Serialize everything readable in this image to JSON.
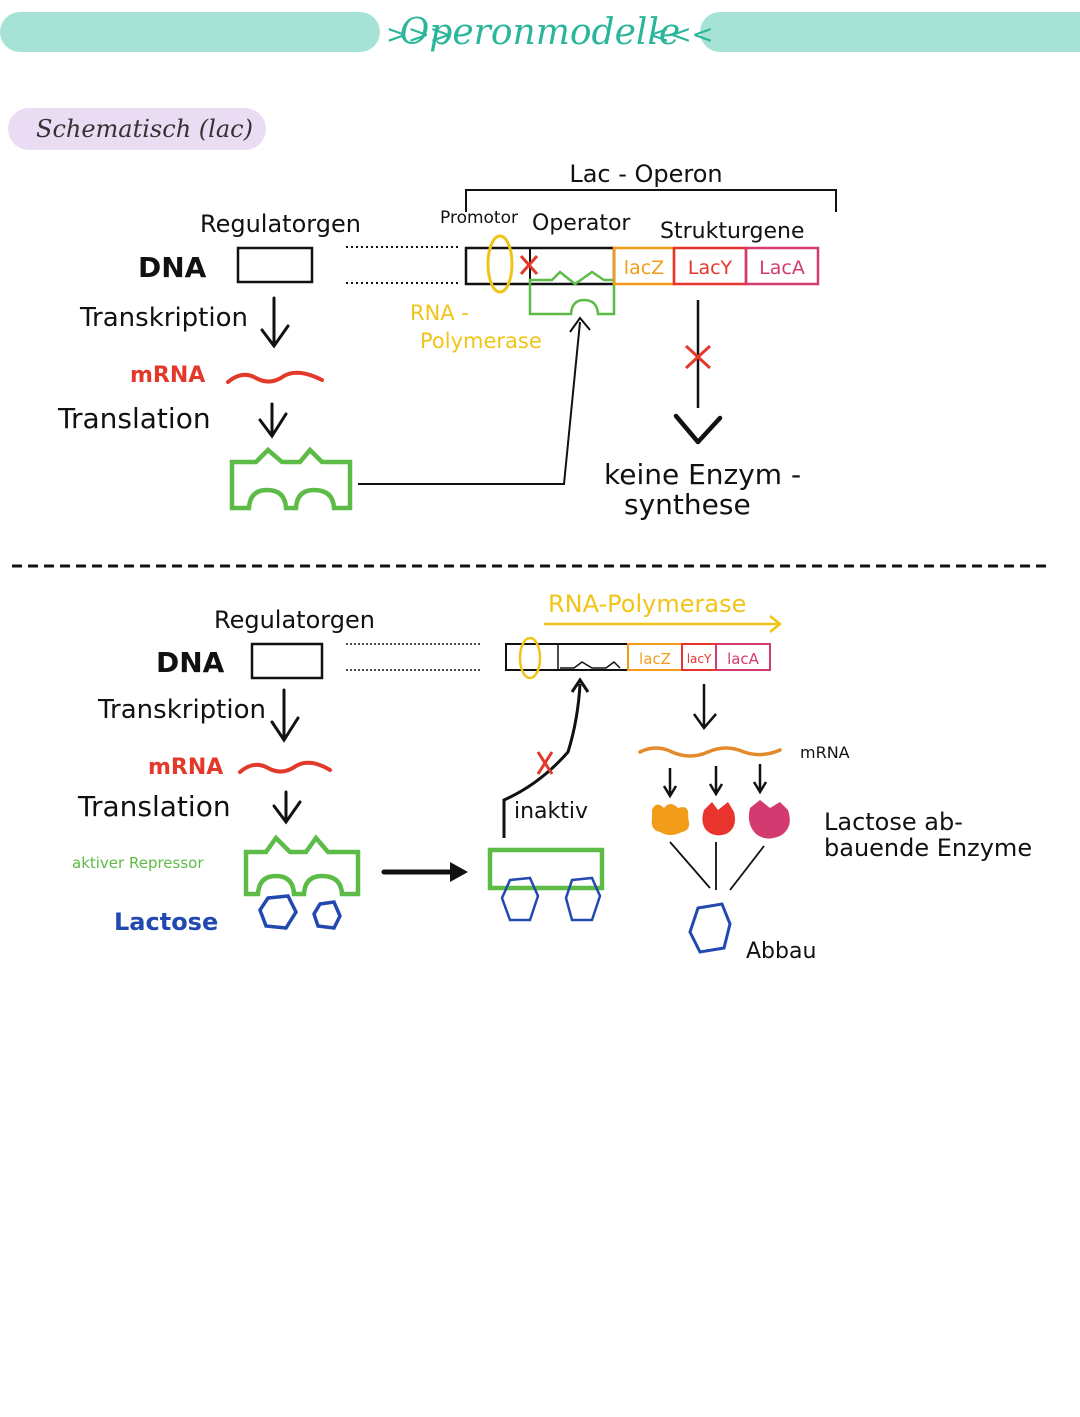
{
  "header": {
    "title": "Operonmodelle",
    "left_marks": ">>>",
    "right_marks": "<<<",
    "bar_color": "#a6e3d6",
    "title_color": "#2bb59a"
  },
  "tag": {
    "label": "Schematisch (lac)",
    "bg_color": "#eadcf3"
  },
  "colors": {
    "mrna": "#e3392b",
    "polymerase": "#f0c419",
    "repressor": "#5dbb47",
    "lactose": "#2149b0",
    "lacz": "#f39c1a",
    "lacy": "#e8342c",
    "laca": "#d33a6f",
    "block": "#e3392b"
  },
  "top": {
    "operon_label": "Lac - Operon",
    "regulatorgen": "Regulatorgen",
    "dna": "DNA",
    "transkription": "Transkription",
    "mrna": "mRNA",
    "translation": "Translation",
    "promotor": "Promotor",
    "operator": "Operator",
    "strukturgene": "Strukturgene",
    "genes": [
      "lacZ",
      "LacY",
      "LacA"
    ],
    "polymerase_line1": "RNA -",
    "polymerase_line2": "Polymerase",
    "result_line1": "keine Enzym -",
    "result_line2": "synthese"
  },
  "bottom": {
    "polymerase": "RNA-Polymerase",
    "regulatorgen": "Regulatorgen",
    "dna": "DNA",
    "transkription": "Transkription",
    "mrna": "mRNA",
    "translation": "Translation",
    "aktiver_repressor": "aktiver Repressor",
    "lactose": "Lactose",
    "genes": [
      "lacZ",
      "lacY",
      "lacA"
    ],
    "inaktiv": "inaktiv",
    "mrna_right": "mRNA",
    "enzyme_line1": "Lactose ab-",
    "enzyme_line2": "bauende Enzyme",
    "abbau": "Abbau"
  }
}
